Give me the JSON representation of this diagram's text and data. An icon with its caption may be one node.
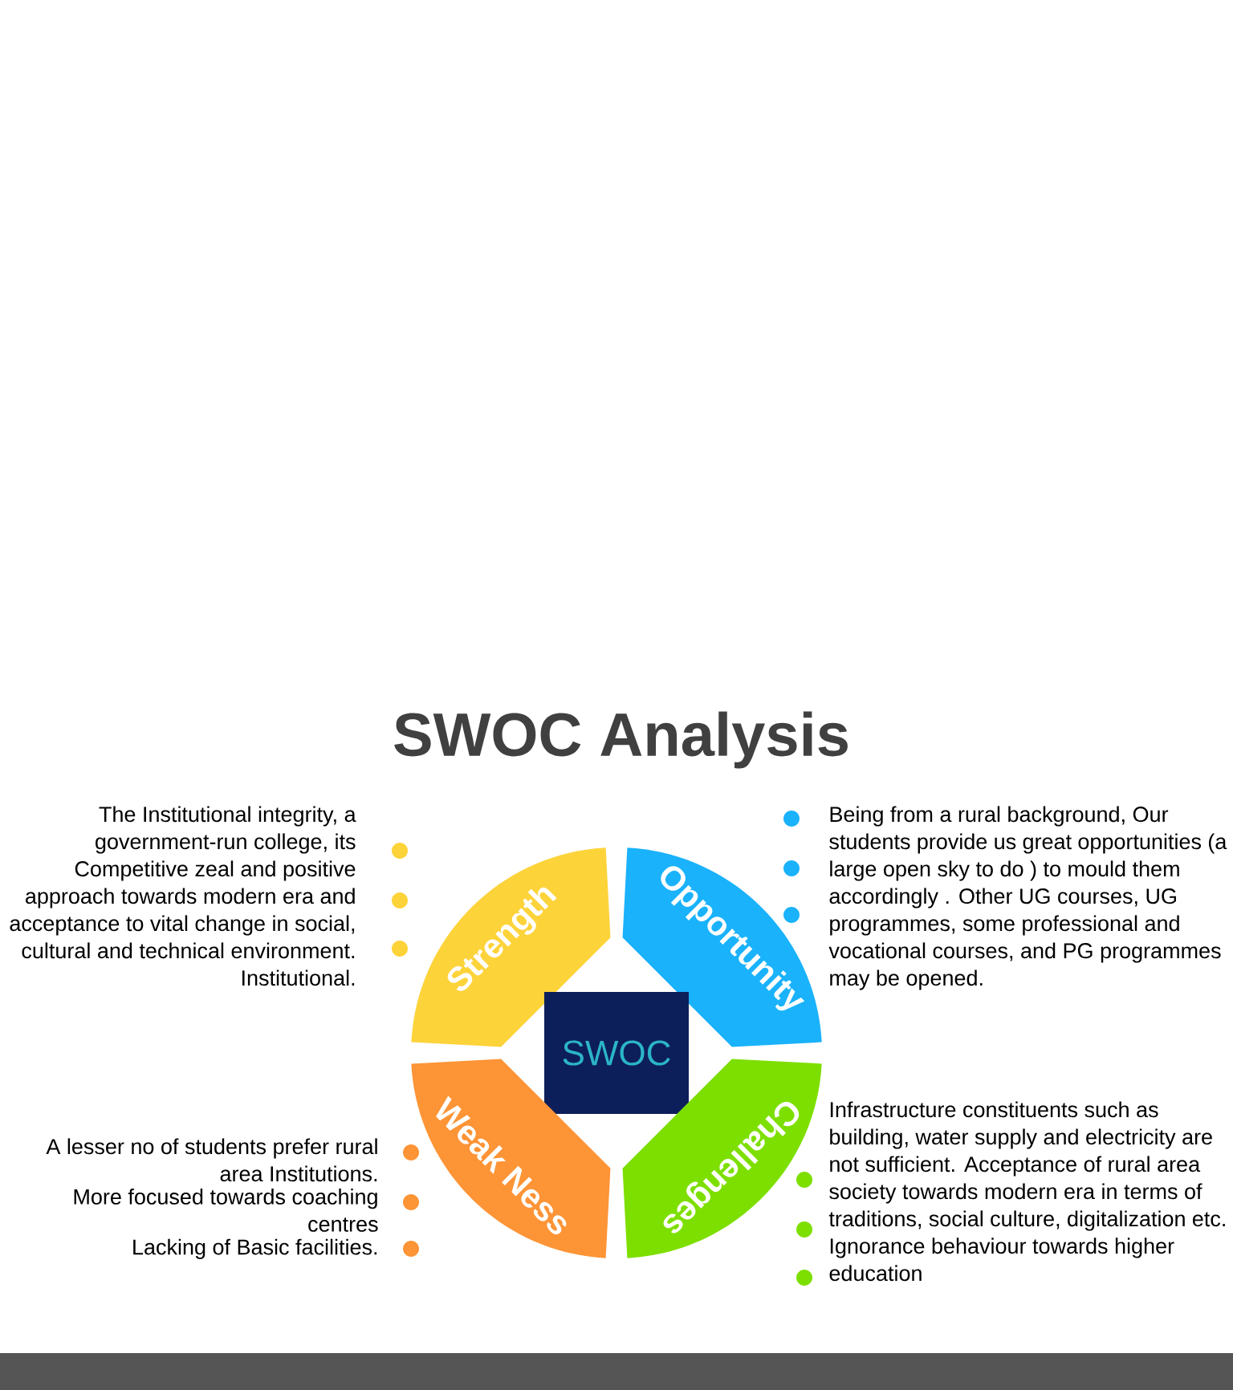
{
  "diagram": {
    "title": "SWOC Analysis",
    "nodes": [
      {
        "text": [
          "Strength"
        ],
        "beside": [
          "The Institutional integrity, a government-run college, its Competitive zeal and positive approach towards modern era and acceptance to vital change in social, cultural and technical environment. Institutional."
        ]
      },
      {
        "text": [
          "Opportunity"
        ],
        "beside": [
          "Being from a rural background, Our students provide us great opportunities (a large open sky to do ) to mould them accordingly . Other UG courses, UG programmes, some professional and vocational courses, and PG programmes may be opened."
        ]
      },
      {
        "text": [
          "SWOC"
        ]
      },
      {
        "text": [
          "Weak Ness"
        ],
        "beside": [
          "A lesser no of students prefer rural area Institutions.",
          "More focused towards coaching centres",
          "Lacking of Basic facilities."
        ]
      },
      {
        "text": [
          "Challenges"
        ],
        "beside": [
          "Infrastructure constituents such as building, water supply and electricity are not sufficient.  Acceptance of rural area society towards modern era in terms of traditions, social culture, digitalization etc.",
          "Ignorance behaviour towards higher education"
        ]
      }
    ],
    "edges": []
  }
}
